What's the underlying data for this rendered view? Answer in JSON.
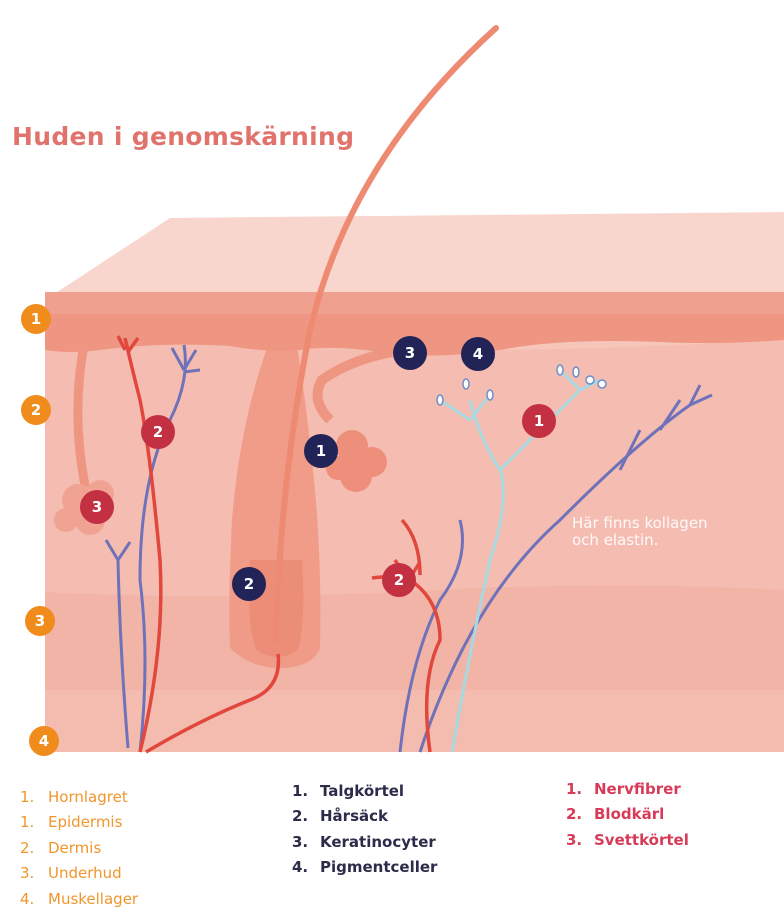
{
  "title": "Huden i genomskärning",
  "colors": {
    "title": "#e0746c",
    "skin": "#f6c7bd",
    "skin_mid": "#f3b2a6",
    "skin_dark": "#ee9d8e",
    "hair": "#ee8a72",
    "vein": "#6f72b8",
    "artery": "#e2473d",
    "nerve": "#a8d9e0",
    "orange": "#f08c1c",
    "navy": "#222356",
    "crimson": "#c23041",
    "legend_orange": "#f0962a",
    "legend_navy": "#2b2b4a",
    "legend_crimson": "#d73b57"
  },
  "layer_badges": [
    "1",
    "2",
    "3",
    "4"
  ],
  "structure_badges": [
    "1",
    "2",
    "3",
    "4"
  ],
  "vessel_badges": [
    "1",
    "2",
    "2",
    "3"
  ],
  "caption": "Här finns kollagen och elastin.",
  "legend_layers": [
    {
      "num": "1.",
      "label": "Hornlagret"
    },
    {
      "num": "1.",
      "label": "Epidermis"
    },
    {
      "num": "2.",
      "label": "Dermis"
    },
    {
      "num": "3.",
      "label": "Underhud"
    },
    {
      "num": "4.",
      "label": "Muskellager"
    }
  ],
  "legend_structures": [
    {
      "num": "1.",
      "label": "Talgkörtel"
    },
    {
      "num": "2.",
      "label": "Hårsäck"
    },
    {
      "num": "3.",
      "label": "Keratinocyter"
    },
    {
      "num": "4.",
      "label": "Pigmentceller"
    }
  ],
  "legend_vessels": [
    {
      "num": "1.",
      "label": "Nervfibrer"
    },
    {
      "num": "2.",
      "label": "Blodkärl"
    },
    {
      "num": "3.",
      "label": "Svettkörtel"
    }
  ]
}
